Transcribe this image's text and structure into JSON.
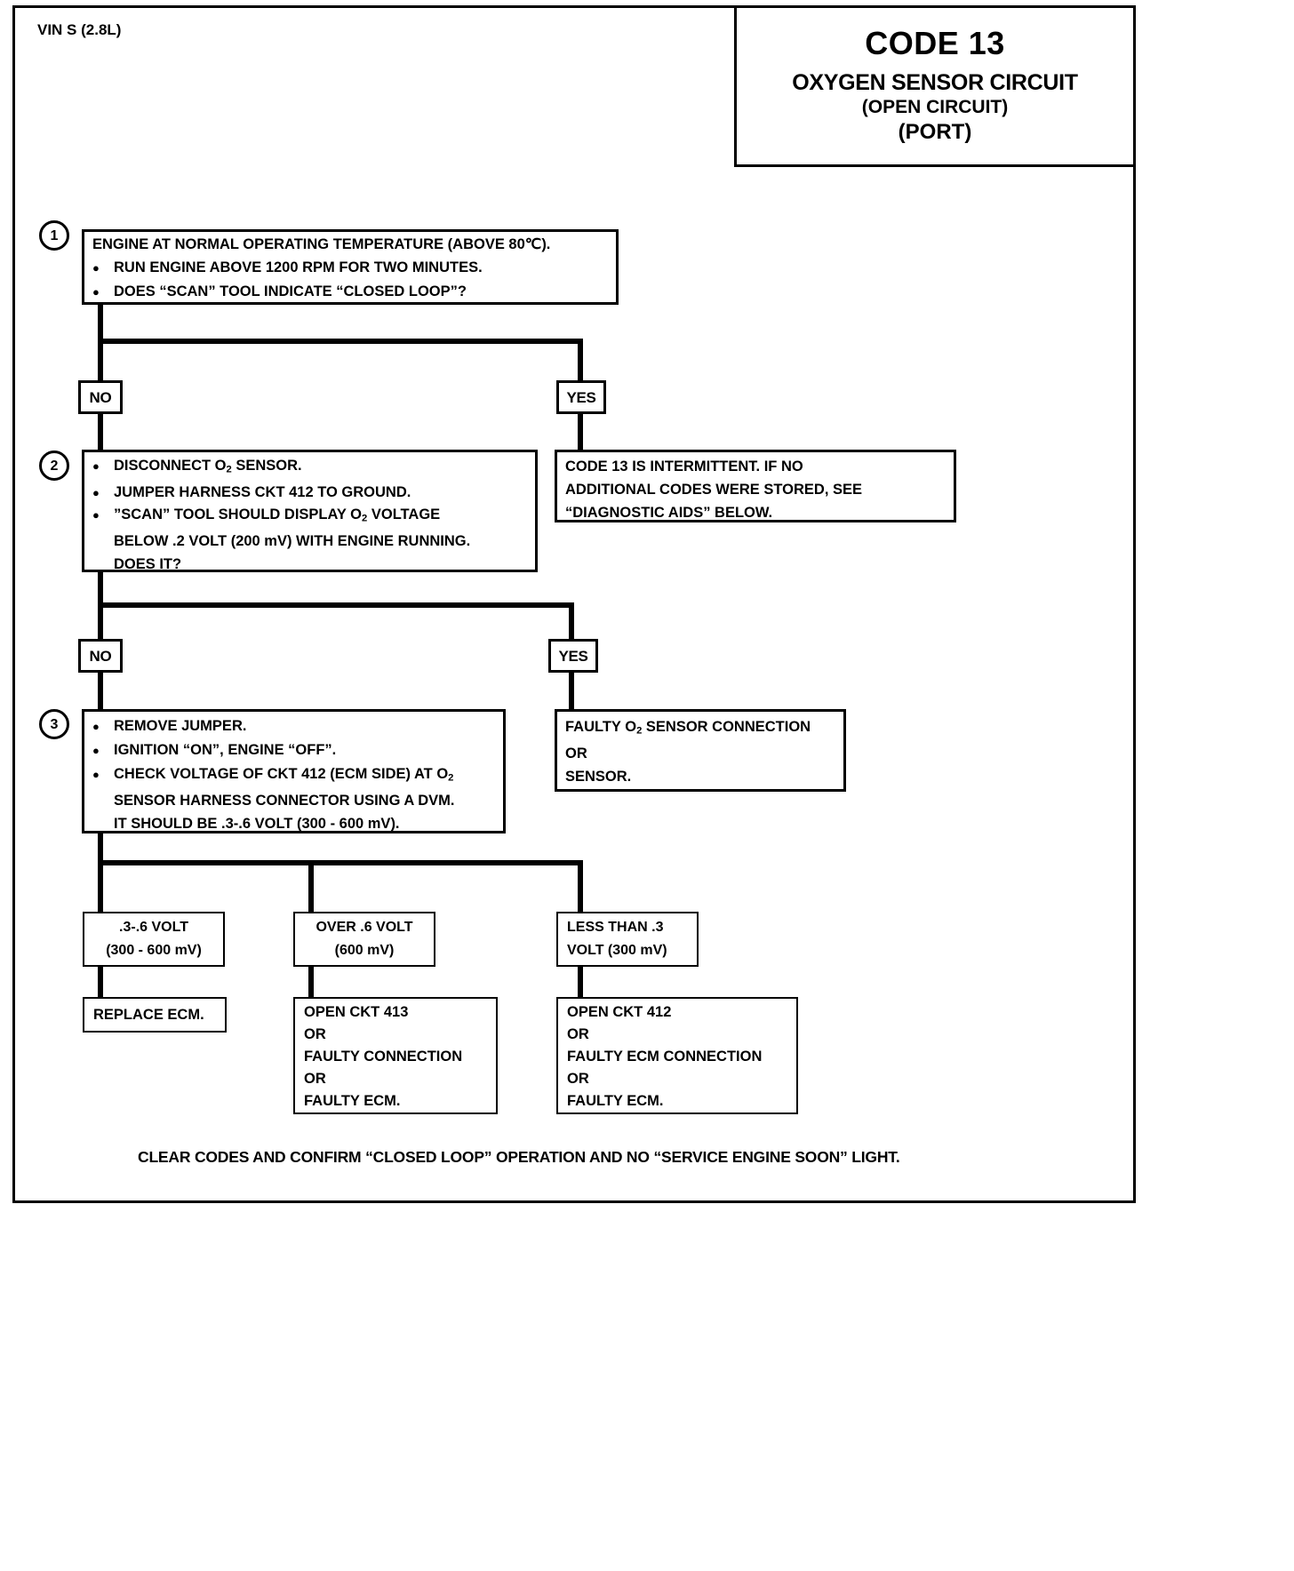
{
  "document": {
    "vin_label": "VIN S (2.8L)",
    "title": {
      "code": "CODE 13",
      "main": "OXYGEN SENSOR CIRCUIT",
      "sub": "(OPEN CIRCUIT)",
      "sub2": "(PORT)"
    },
    "footer": "CLEAR CODES AND CONFIRM “CLOSED LOOP” OPERATION AND NO “SERVICE ENGINE SOON” LIGHT."
  },
  "steps": {
    "one": {
      "number": "1",
      "line1": "ENGINE AT NORMAL OPERATING TEMPERATURE (ABOVE 80℃).",
      "line2": "RUN ENGINE ABOVE 1200 RPM FOR TWO MINUTES.",
      "line3": "DOES “SCAN” TOOL INDICATE “CLOSED LOOP”?"
    },
    "two": {
      "number": "2",
      "line1_a": "DISCONNECT O",
      "line1_sub": "2",
      "line1_b": " SENSOR.",
      "line2": "JUMPER HARNESS CKT 412 TO GROUND.",
      "line3_a": "”SCAN” TOOL SHOULD DISPLAY O",
      "line3_sub": "2",
      "line3_b": " VOLTAGE",
      "line4": "BELOW .2  VOLT (200 mV) WITH ENGINE RUNNING.",
      "line5": "DOES IT?"
    },
    "three": {
      "number": "3",
      "line1": "REMOVE JUMPER.",
      "line2": "IGNITION “ON”,  ENGINE “OFF”.",
      "line3_a": "CHECK VOLTAGE OF CKT 412 (ECM SIDE) AT O",
      "line3_sub": "2",
      "line4": "SENSOR HARNESS CONNECTOR USING A DVM.",
      "line5": "IT SHOULD BE  .3-.6 VOLT (300 - 600 mV)."
    }
  },
  "branch_tags": {
    "step1_no": "NO",
    "step1_yes": "YES",
    "step2_no": "NO",
    "step2_yes": "YES"
  },
  "outcomes": {
    "intermittent": {
      "line1": "CODE 13 IS INTERMITTENT.  IF NO",
      "line2": "ADDITIONAL CODES WERE STORED,  SEE",
      "line3": "“DIAGNOSTIC AIDS”  BELOW."
    },
    "faulty_sensor": {
      "line1_a": "FAULTY O",
      "line1_sub": "2",
      "line1_b": " SENSOR CONNECTION",
      "line2": "OR",
      "line3": "SENSOR."
    },
    "volt_normal": {
      "line1": ".3-.6 VOLT",
      "line2": "(300 - 600 mV)"
    },
    "volt_over": {
      "line1": "OVER .6  VOLT",
      "line2": "(600 mV)"
    },
    "volt_less": {
      "line1": "LESS THAN .3",
      "line2": "VOLT (300 mV)"
    },
    "replace_ecm": {
      "line1": "REPLACE ECM."
    },
    "open_413": {
      "line1": "OPEN CKT 413",
      "line2": "OR",
      "line3": "FAULTY CONNECTION",
      "line4": "OR",
      "line5": "FAULTY ECM."
    },
    "open_412": {
      "line1": "OPEN CKT  412",
      "line2": "OR",
      "line3": "FAULTY ECM CONNECTION",
      "line4": "OR",
      "line5": "FAULTY ECM."
    }
  }
}
